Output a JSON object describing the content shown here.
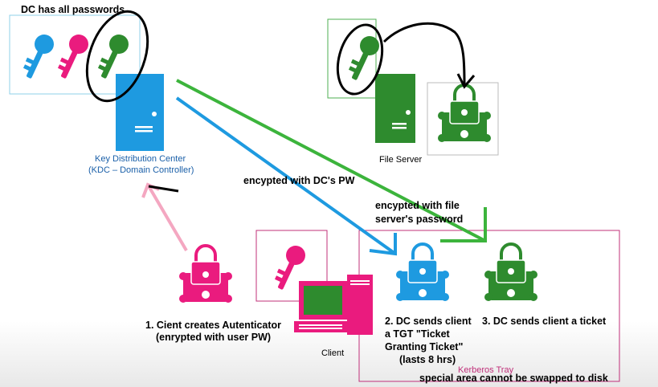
{
  "labels": {
    "dc_has_all_passwords": "DC has all passwords",
    "kdc_line1": "Key Distribution Center",
    "kdc_line2": "(KDC – Domain Controller)",
    "file_server": "File Server",
    "client": "Client",
    "encrypted_dc_pw": "encypted with DC's PW",
    "encrypted_fs_line1": "encypted with file",
    "encrypted_fs_line2": "server's password",
    "step1_line1": "1. Cient creates Autenticator",
    "step1_line2": "(enrypted with user PW)",
    "step2_line1": "2. DC sends client",
    "step2_line2": "a TGT \"Ticket",
    "step2_line3": "Granting Ticket\"",
    "step2_line4": "(lasts 8 hrs)",
    "step3": "3. DC sends client a ticket",
    "kerberos_tray": "Kerberos Tray",
    "special_area": "special area cannot be swapped to disk"
  },
  "icons": [
    "key-icon",
    "server-icon",
    "computer-icon",
    "scroll-lock-icon"
  ],
  "colors": {
    "blue": "#1e9ae0",
    "magenta": "#ea1b7e",
    "green": "#2e8b2e",
    "pink_arrow": "#f4a7c1",
    "blue_arrow": "#1e9ae0",
    "green_arrow": "#3cb43c",
    "kdc_text": "#1a5fa8",
    "tray_text": "#c0307a",
    "box_border_blue": "#8fd0ea",
    "box_border_green": "#4caf50",
    "box_border_magenta": "#c0307a"
  }
}
